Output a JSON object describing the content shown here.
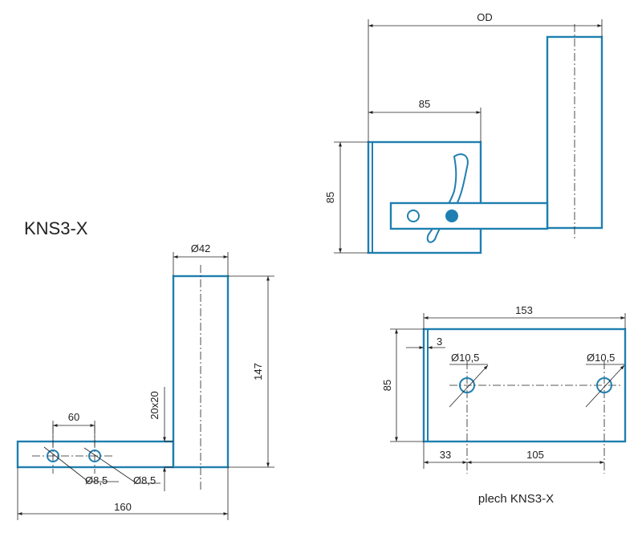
{
  "title": "KNS3-X",
  "caption": "plech KNS3-X",
  "colors": {
    "part_stroke": "#1f7fb0",
    "hole_fill": "#1f7fb0",
    "dimension": "#222222"
  },
  "front_view": {
    "diameter_top": "Ø42",
    "height": "147",
    "bar_section": "20x20",
    "hole_spacing": "60",
    "hole_left": "Ø8,5",
    "hole_right": "Ø8,5",
    "total_length": "160"
  },
  "top_view": {
    "outer_dimension": "OD",
    "plate_width": "85",
    "plate_height": "85"
  },
  "plate_view": {
    "width": "153",
    "height": "85",
    "edge_thickness": "3",
    "hole_left": "Ø10,5",
    "hole_right": "Ø10,5",
    "offset_left": "33",
    "hole_spacing": "105"
  }
}
